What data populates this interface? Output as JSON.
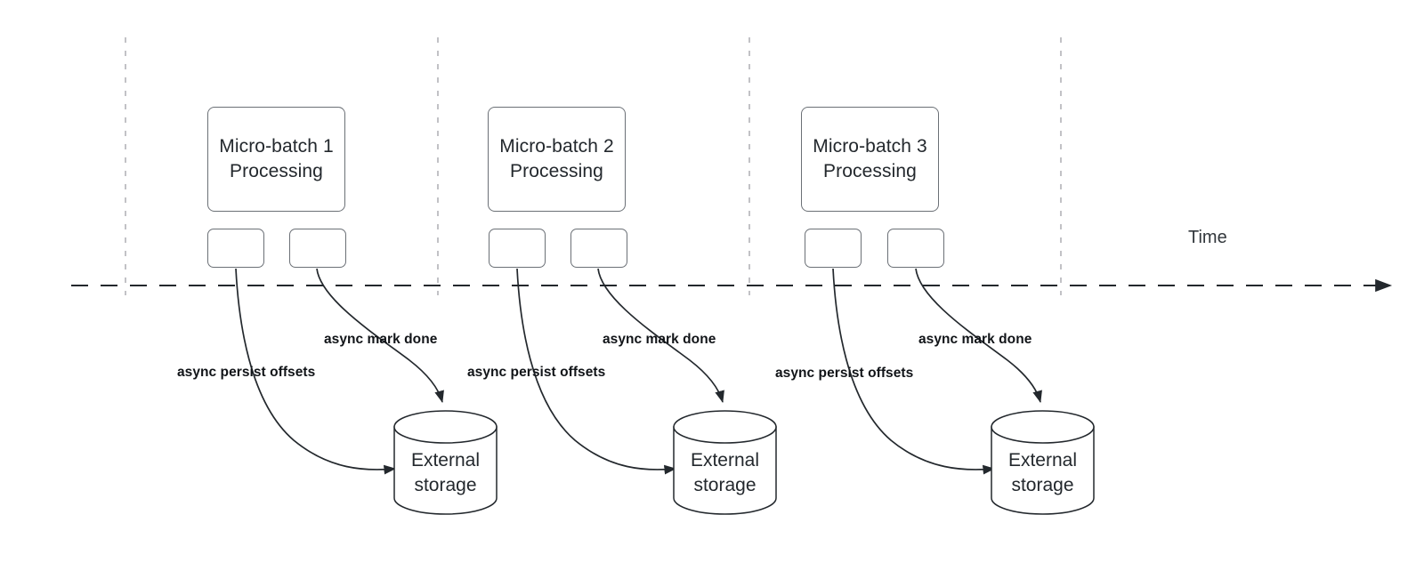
{
  "diagram": {
    "title_text": "",
    "axis": {
      "time_label": "Time",
      "timeline_style": "dashed",
      "timeline_color": "#23282d",
      "tick_line_color": "#b3b3b8",
      "tick_count": 4
    },
    "colors": {
      "background": "#ffffff",
      "node_stroke": "#6b7076",
      "node_fill": "#ffffff",
      "text": "#23282d",
      "label_text": "#111418",
      "arrow": "#23282d",
      "dashed_gray": "#b3b3b8"
    },
    "batches": [
      {
        "id": "micro-batch-1",
        "title_line1": "Micro-batch 1",
        "title_line2": "Processing",
        "slot_left_label": "",
        "slot_right_label": "",
        "persist_label": "async persist offsets",
        "mark_done_label": "async mark done",
        "storage_line1": "External",
        "storage_line2": "storage"
      },
      {
        "id": "micro-batch-2",
        "title_line1": "Micro-batch 2",
        "title_line2": "Processing",
        "slot_left_label": "",
        "slot_right_label": "",
        "persist_label": "async persist offsets",
        "mark_done_label": "async mark done",
        "storage_line1": "External",
        "storage_line2": "storage"
      },
      {
        "id": "micro-batch-3",
        "title_line1": "Micro-batch 3",
        "title_line2": "Processing",
        "slot_left_label": "",
        "slot_right_label": "",
        "persist_label": "async persist offsets",
        "mark_done_label": "async mark done",
        "storage_line1": "External",
        "storage_line2": "storage"
      }
    ]
  }
}
